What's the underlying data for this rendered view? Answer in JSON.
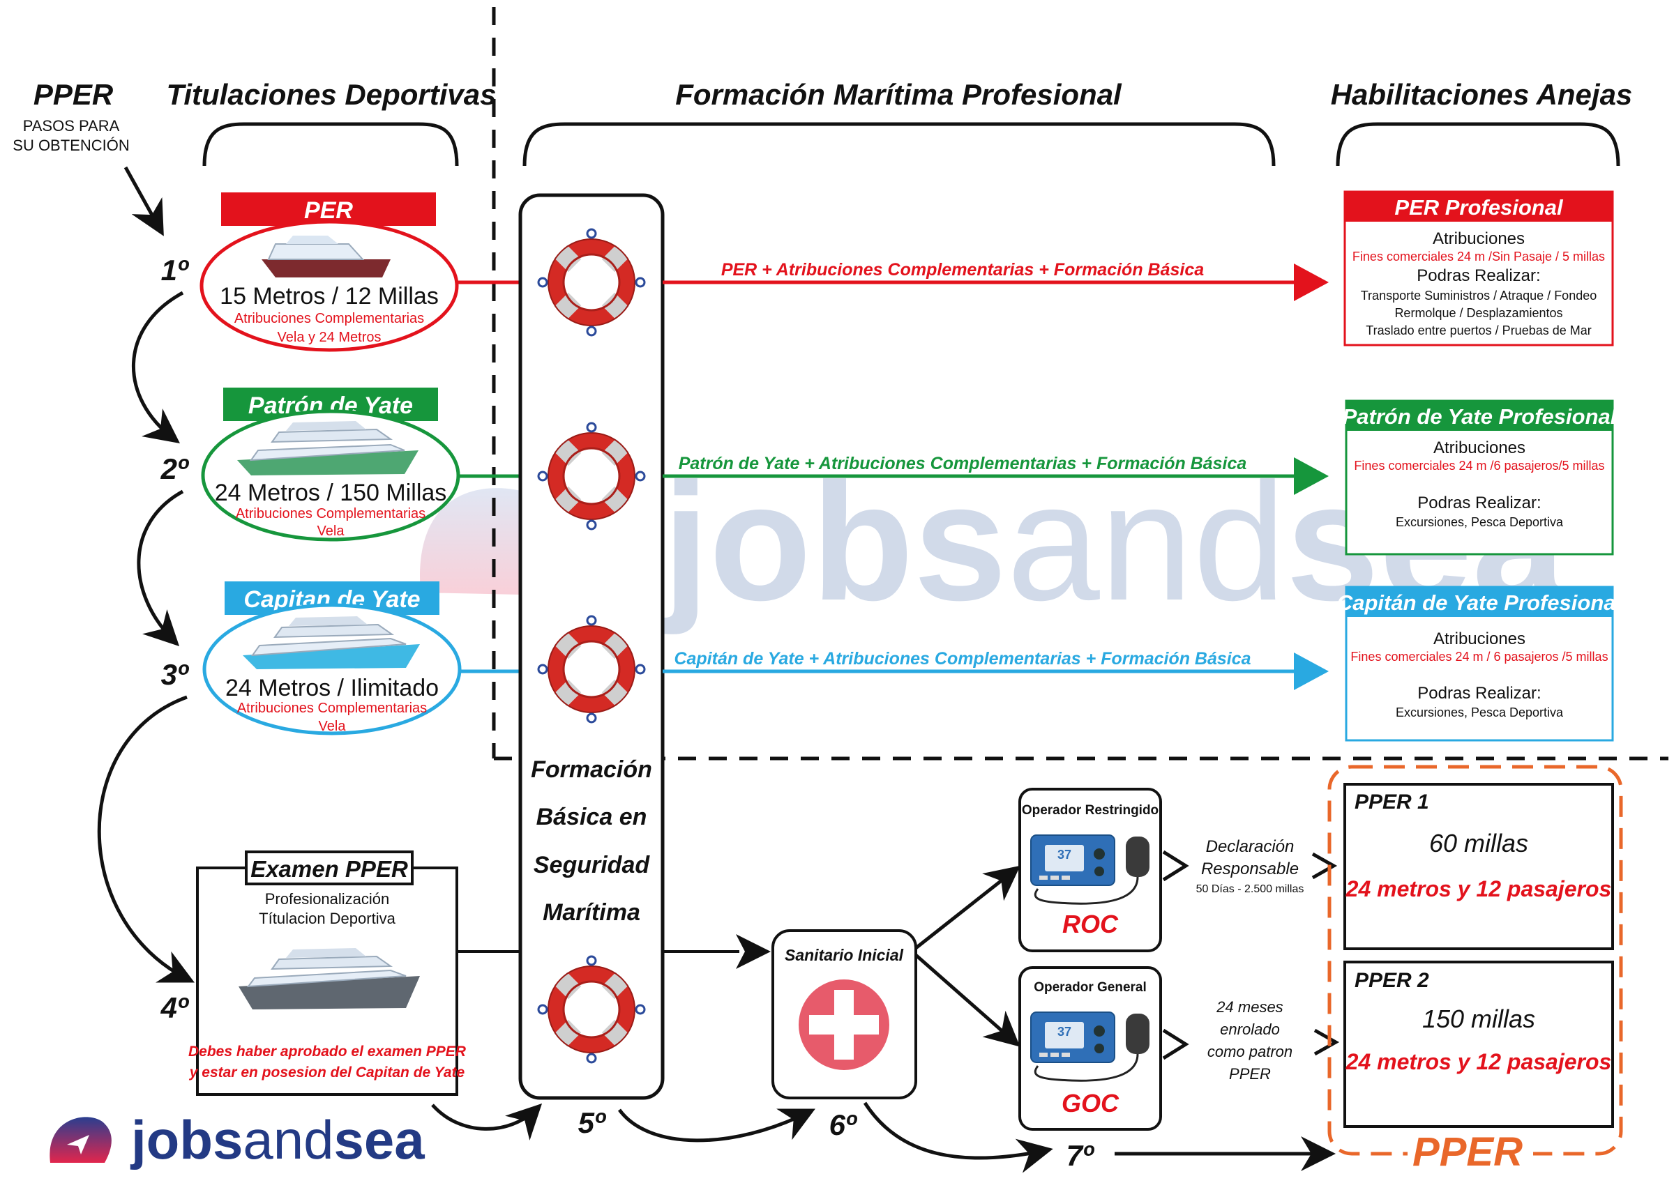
{
  "colors": {
    "red": "#e3121c",
    "green": "#16963c",
    "blue": "#29a9e1",
    "orange": "#e9672a",
    "black": "#111111",
    "watermark": "#c9d4e6",
    "brand_blue": "#233a84"
  },
  "headers": {
    "pper": "PPER",
    "pper_sub_1": "PASOS PARA",
    "pper_sub_2": "SU OBTENCIÓN",
    "titulaciones": "Titulaciones Deportivas",
    "formacion": "Formación Marítima Profesional",
    "habilitaciones": "Habilitaciones Anejas"
  },
  "steps": [
    "1º",
    "2º",
    "3º",
    "4º",
    "5º",
    "6º",
    "7º"
  ],
  "titles": [
    {
      "name": "PER",
      "main": "15 Metros / 12 Millas",
      "sub1": "Atribuciones Complementarias",
      "sub2": "Vela y 24 Metros"
    },
    {
      "name": "Patrón de Yate",
      "main": "24 Metros / 150 Millas",
      "sub1": "Atribuciones Complementarias",
      "sub2": "Vela"
    },
    {
      "name": "Capitan de Yate",
      "main": "24 Metros / Ilimitado",
      "sub1": "Atribuciones Complementarias",
      "sub2": "Vela"
    }
  ],
  "arrows": [
    "PER + Atribuciones Complementarias  + Formación Básica",
    "Patrón de Yate + Atribuciones Complementarias  + Formación Básica",
    "Capitán de Yate + Atribuciones Complementarias + Formación Básica"
  ],
  "professional": [
    {
      "title": "PER Profesional",
      "atrib": "Atribuciones",
      "fines": "Fines comerciales 24 m /Sin Pasaje / 5 millas",
      "podras": "Podras Realizar:",
      "lines": [
        "Transporte Suministros / Atraque / Fondeo",
        "Rermolque / Desplazamientos",
        "Traslado entre puertos / Pruebas de Mar"
      ]
    },
    {
      "title": "Patrón de Yate Profesional",
      "atrib": "Atribuciones",
      "fines": "Fines comerciales 24 m /6 pasajeros/5 millas",
      "podras": "Podras Realizar:",
      "lines": [
        "Excursiones, Pesca Deportiva"
      ]
    },
    {
      "title": "Capitán de Yate Profesional",
      "atrib": "Atribuciones",
      "fines": "Fines comerciales 24 m / 6 pasajeros /5 millas",
      "podras": "Podras Realizar:",
      "lines": [
        "Excursiones, Pesca Deportiva"
      ]
    }
  ],
  "formacion_basica": [
    "Formación",
    "Básica en",
    "Seguridad",
    "Marítima"
  ],
  "examen": {
    "title": "Examen PPER",
    "sub1": "Profesionalización",
    "sub2": "Títulacion Deportiva",
    "note1": "Debes haber aprobado el examen PPER",
    "note2": "y estar en posesion del Capitan de Yate"
  },
  "sanitario": "Sanitario Inicial",
  "roc": {
    "title": "Operador Restringido",
    "label": "ROC"
  },
  "goc": {
    "title": "Operador General",
    "label": "GOC"
  },
  "radio_display": "37",
  "declaracion": {
    "l1": "Declaración",
    "l2": "Responsable",
    "l3": "50 Días -  2.500 millas"
  },
  "enrolado": [
    "24 meses",
    "enrolado",
    "como patron",
    "PPER"
  ],
  "pper1": {
    "title": "PPER 1",
    "millas": "60 millas",
    "detalle": "24 metros y 12 pasajeros"
  },
  "pper2": {
    "title": "PPER 2",
    "millas": "150 millas",
    "detalle": "24 metros y 12 pasajeros"
  },
  "pper_final": "PPER",
  "watermark": {
    "part1": "jobs",
    "part2": "and",
    "part3": "sea"
  },
  "logo": {
    "part1": "jobs",
    "part2": "and",
    "part3": "sea"
  }
}
